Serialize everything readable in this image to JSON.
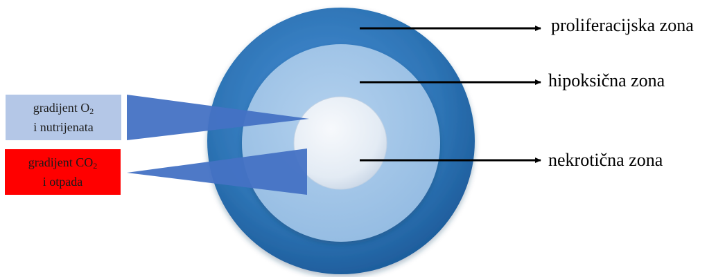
{
  "zones": {
    "proliferation": "proliferacijska zona",
    "hypoxic": "hipoksična zona",
    "necrotic": "nekrotična zona"
  },
  "gradients": {
    "oxygen": {
      "prefix": "gradijent O",
      "subscript": "2",
      "second_line": "i nutrijenata",
      "color": "#b4c7e7"
    },
    "carbon_dioxide": {
      "prefix": "gradijent CO",
      "subscript": "2",
      "second_line": "i otpada",
      "color": "#ff0000"
    }
  },
  "colors": {
    "outer_ring": "#2e75b6",
    "middle_ring": "#9dc3e6",
    "core": "#e8eef5",
    "wedge": "#4472c4",
    "arrow": "#000000"
  }
}
